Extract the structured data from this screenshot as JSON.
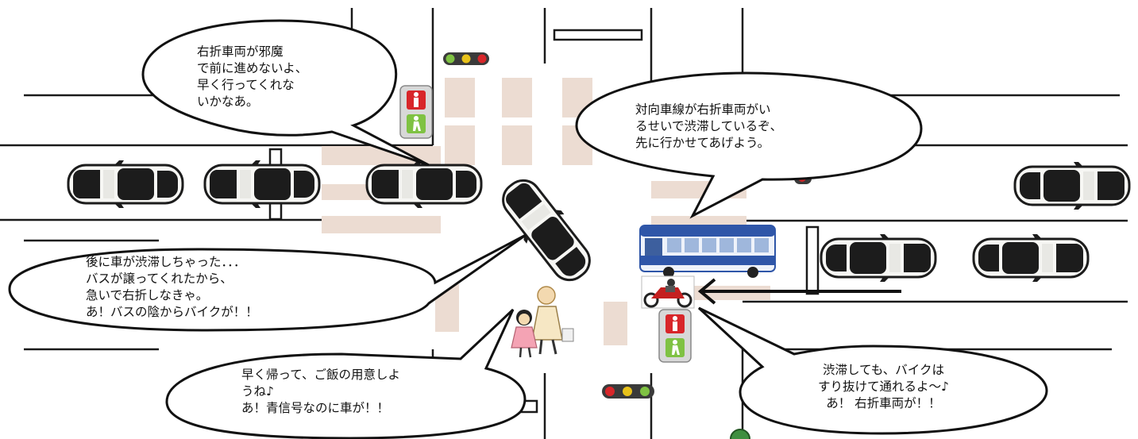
{
  "bubbles": {
    "left_car_driver": "右折車両が邪魔\nで前に進めないよ、\n早く行ってくれな\nいかなあ。",
    "bus_driver": "対向車線が右折車両がい\nるせいで渋滞しているぞ、\n先に行かせてあげよう。",
    "turning_car_driver": "後に車が渋滞しちゃった．．．\nバスが譲ってくれたから、\n急いで右折しなきゃ。\nあ！バスの陰からバイクが！！",
    "pedestrian_mother": "早く帰って、ご飯の用意しよ\nうね♪\nあ！青信号なのに車が！！",
    "motorcyclist": "渋滞しても、バイクは\nすり抜けて通れるよ～♪\nあ！ 右折車両が！！"
  },
  "colors": {
    "road_line": "#1a1a1a",
    "crosswalk": "#ecdcd2",
    "car_body": "#f7f7f4",
    "car_dark": "#1c1c1c",
    "bus_body": "#2f56a8",
    "motorbike": "#c42020",
    "signal_red": "#d8262a",
    "signal_yellow": "#e8c21a",
    "signal_green": "#7fc243"
  },
  "icons": [
    "car-icon",
    "bus-icon",
    "motorbike-icon",
    "pedestrian-signal-icon",
    "traffic-light-icon",
    "pedestrian-icon",
    "arrow-icon"
  ]
}
